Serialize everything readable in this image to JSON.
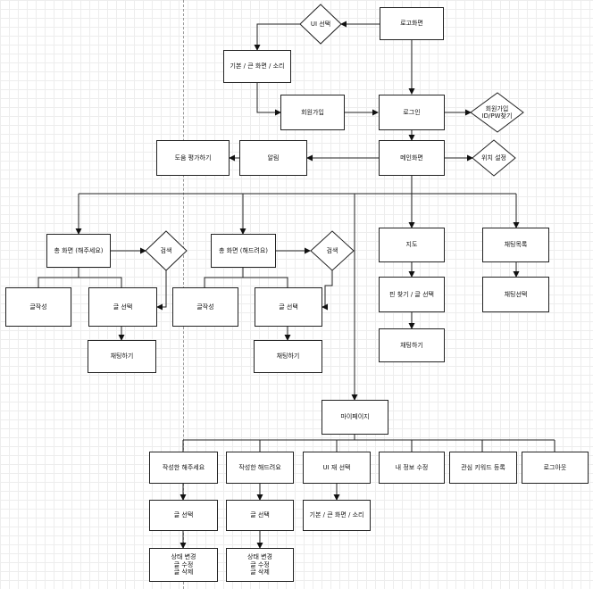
{
  "flowchart": {
    "nodes": {
      "login_screen": "로고화면",
      "ui_select": "UI 선택",
      "ui_options": "기본 / 큰 화면 / 소리",
      "signup": "회원가입",
      "login": "로그인",
      "find_account": "회원가입\nID/PW찾기",
      "main_screen": "메인화면",
      "location_setting": "위치 설정",
      "alarm": "알림",
      "helper_rating": "도움 평가하기",
      "request_screen": "총 화면 (해주세요)",
      "request_search": "검색",
      "request_write": "글작성",
      "request_select": "글 선택",
      "request_chat": "채팅하기",
      "offer_screen": "총 화면 (해드려요)",
      "offer_search": "검색",
      "offer_write": "글작성",
      "offer_select": "글 선택",
      "offer_chat": "채팅하기",
      "map": "지도",
      "map_pin_select": "핀 찾기 / 글 선택",
      "map_chat": "채팅하기",
      "chat_list": "채팅목록",
      "chat_select": "채팅선택",
      "mypage": "마이페이지",
      "my_requests": "작성한 해주세요",
      "my_offers": "작성한 해드려요",
      "ui_reselect": "UI 재 선택",
      "edit_info": "내 정보 수정",
      "keyword_register": "관심 키워드 등록",
      "logout": "로그아웃",
      "my_requests_select": "글 선택",
      "my_offers_select": "글 선택",
      "ui_reselect_options": "기본 / 큰 화면 / 소리",
      "my_requests_actions": "상태 변경\n글 수정\n글 삭제",
      "my_offers_actions": "상태 변경\n글 수정\n글 삭제"
    }
  }
}
